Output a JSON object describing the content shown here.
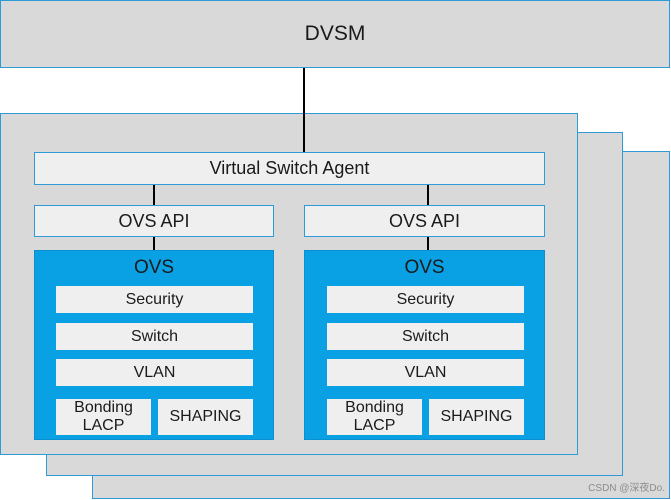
{
  "diagram": {
    "top_box": "DVSM",
    "agent": "Virtual Switch Agent",
    "api_left": "OVS API",
    "api_right": "OVS API",
    "ovs_left": {
      "title": "OVS",
      "security": "Security",
      "switch": "Switch",
      "vlan": "VLAN",
      "bonding_line1": "Bonding",
      "bonding_line2": "LACP",
      "shaping": "SHAPING"
    },
    "ovs_right": {
      "title": "OVS",
      "security": "Security",
      "switch": "Switch",
      "vlan": "VLAN",
      "bonding_line1": "Bonding",
      "bonding_line2": "LACP",
      "shaping": "SHAPING"
    }
  },
  "watermark": "CSDN @深夜Do."
}
